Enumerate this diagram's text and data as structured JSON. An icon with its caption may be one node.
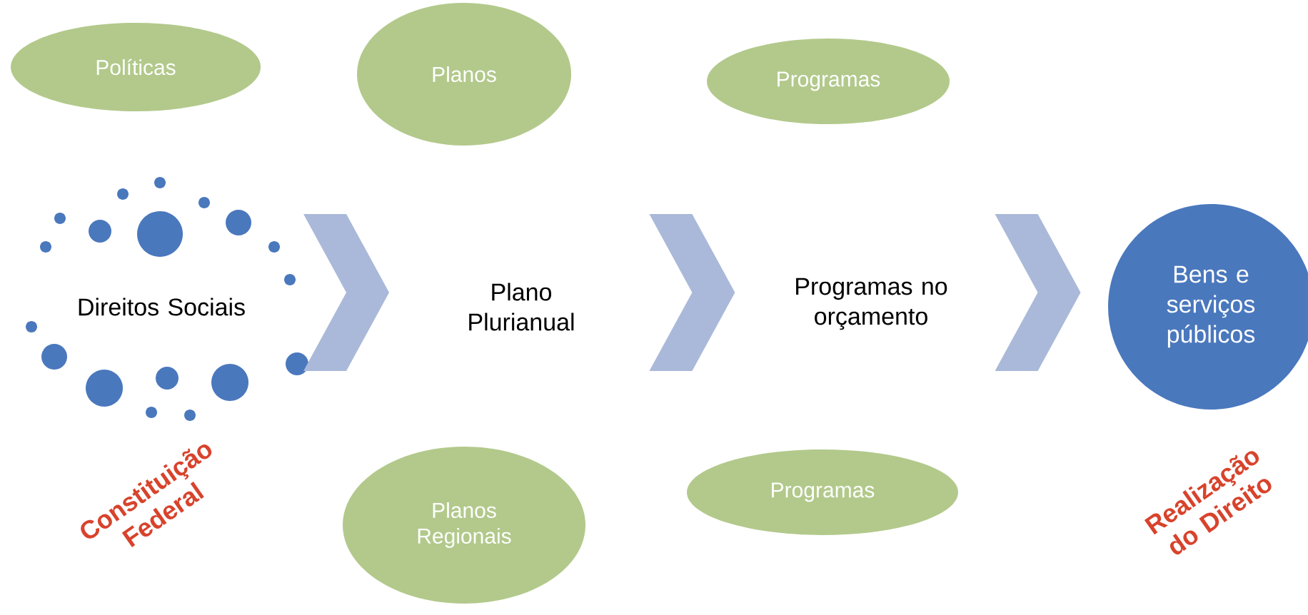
{
  "diagram": {
    "nodes": [
      {
        "text": [
          "Políticas"
        ]
      },
      {
        "text": [
          "Planos"
        ]
      },
      {
        "text": [
          "Programas"
        ]
      },
      {
        "text": [
          "Direitos Sociais"
        ]
      },
      {
        "text": [
          "Plano Plurianual"
        ]
      },
      {
        "text": [
          "Programas no orçamento"
        ]
      },
      {
        "text": [
          "Bens e serviços públicos"
        ]
      },
      {
        "text": [
          "Planos Regionais"
        ]
      },
      {
        "text": [
          "Programas"
        ]
      }
    ],
    "edges": [
      {
        "from": 3,
        "to": 4,
        "arrow": "to"
      },
      {
        "from": 4,
        "to": 5,
        "arrow": "to"
      },
      {
        "from": 5,
        "to": 6,
        "arrow": "to"
      }
    ],
    "labels": [
      "Constituição Federal",
      "Realização do Direito"
    ]
  }
}
